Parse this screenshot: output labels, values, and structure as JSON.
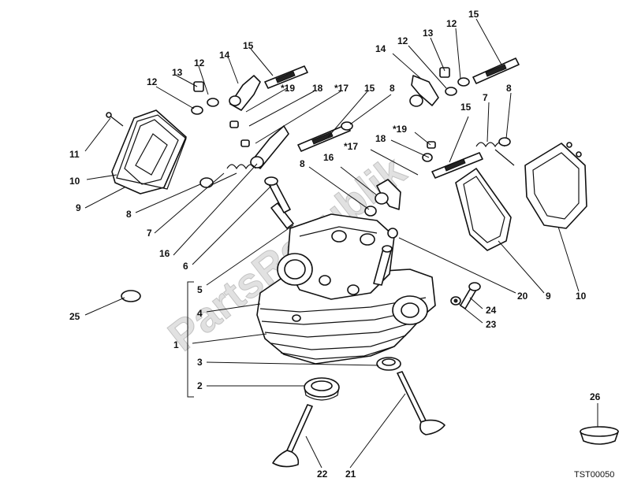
{
  "watermark": "PartsRepublik",
  "drawing_code": "TST00050",
  "callouts": [
    {
      "id": "c15a",
      "label": "15"
    },
    {
      "id": "c14a",
      "label": "14"
    },
    {
      "id": "c13a",
      "label": "13"
    },
    {
      "id": "c12a",
      "label": "12"
    },
    {
      "id": "c12b",
      "label": "12"
    },
    {
      "id": "c19a",
      "label": "*19"
    },
    {
      "id": "c18a",
      "label": "18"
    },
    {
      "id": "c17a",
      "label": "*17"
    },
    {
      "id": "c15b",
      "label": "15"
    },
    {
      "id": "c8a",
      "label": "8"
    },
    {
      "id": "c11",
      "label": "11"
    },
    {
      "id": "c10a",
      "label": "10"
    },
    {
      "id": "c9a",
      "label": "9"
    },
    {
      "id": "c8b",
      "label": "8"
    },
    {
      "id": "c7a",
      "label": "7"
    },
    {
      "id": "c16a",
      "label": "16"
    },
    {
      "id": "c6",
      "label": "6"
    },
    {
      "id": "c13b",
      "label": "13"
    },
    {
      "id": "c12c",
      "label": "12"
    },
    {
      "id": "c15c",
      "label": "15"
    },
    {
      "id": "c14b",
      "label": "14"
    },
    {
      "id": "c12d",
      "label": "12"
    },
    {
      "id": "c15d",
      "label": "15"
    },
    {
      "id": "c7b",
      "label": "7"
    },
    {
      "id": "c8c",
      "label": "8"
    },
    {
      "id": "c19b",
      "label": "*19"
    },
    {
      "id": "c18b",
      "label": "18"
    },
    {
      "id": "c17b",
      "label": "*17"
    },
    {
      "id": "c16b",
      "label": "16"
    },
    {
      "id": "c8d",
      "label": "8"
    },
    {
      "id": "c5",
      "label": "5"
    },
    {
      "id": "c4",
      "label": "4"
    },
    {
      "id": "c1",
      "label": "1"
    },
    {
      "id": "c3",
      "label": "3"
    },
    {
      "id": "c2",
      "label": "2"
    },
    {
      "id": "c25",
      "label": "25"
    },
    {
      "id": "c20",
      "label": "20"
    },
    {
      "id": "c9b",
      "label": "9"
    },
    {
      "id": "c10b",
      "label": "10"
    },
    {
      "id": "c24",
      "label": "24"
    },
    {
      "id": "c23",
      "label": "23"
    },
    {
      "id": "c22",
      "label": "22"
    },
    {
      "id": "c21",
      "label": "21"
    },
    {
      "id": "c26",
      "label": "26"
    }
  ]
}
